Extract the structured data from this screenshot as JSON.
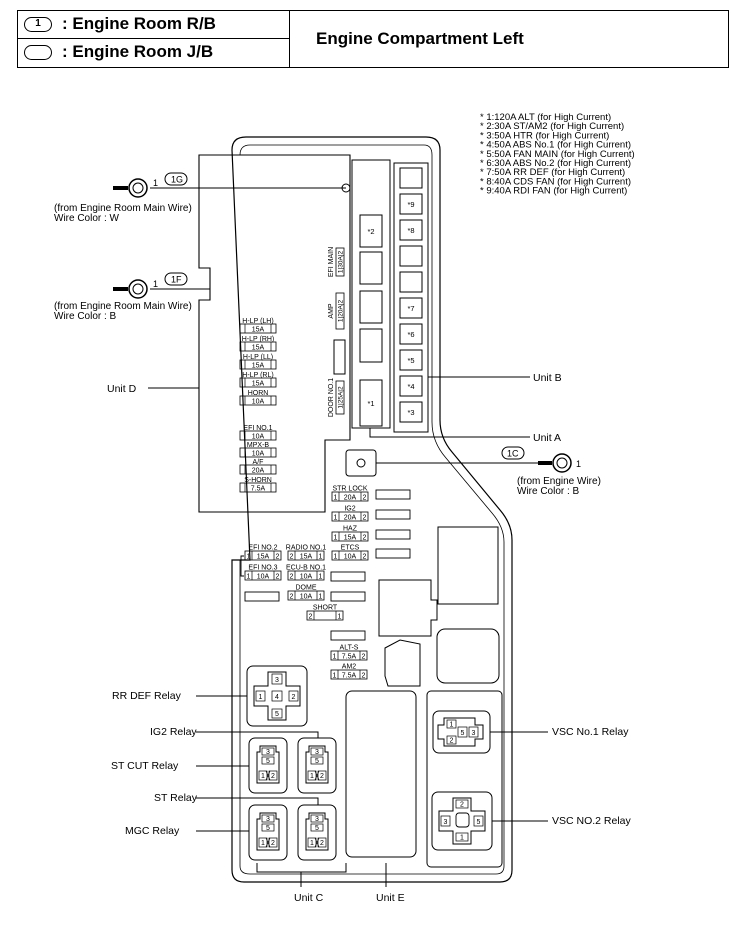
{
  "header": {
    "legend_circle_number": "1",
    "legend_circle_label": ": Engine Room R/B",
    "legend_oval_label": ": Engine Room J/B",
    "title": "Engine Compartment Left"
  },
  "notes": [
    "* 1:120A ALT (for High Current)",
    "* 2:30A ST/AM2 (for High Current)",
    "* 3:50A HTR (for High Current)",
    "* 4:50A ABS No.1 (for High Current)",
    "* 5:50A FAN MAIN (for High Current)",
    "* 6:30A ABS No.2 (for High Current)",
    "* 7:50A RR DEF (for High Current)",
    "* 8:40A CDS FAN (for High Current)",
    "* 9:40A RDI FAN (for High Current)"
  ],
  "connectors": {
    "c1g": {
      "code": "1G",
      "pin": "1",
      "from": "(from Engine Room Main Wire)",
      "wire": "Wire Color : W"
    },
    "c1f": {
      "code": "1F",
      "pin": "1",
      "from": "(from Engine Room Main Wire)",
      "wire": "Wire Color : B"
    },
    "c1c": {
      "code": "1C",
      "pin": "1",
      "from": "(from Engine Wire)",
      "wire": "Wire Color : B"
    }
  },
  "unit_d_fuses": [
    {
      "name": "H-LP (LH)",
      "amp": "15A"
    },
    {
      "name": "H-LP (RH)",
      "amp": "15A"
    },
    {
      "name": "H-LP (LL)",
      "amp": "15A"
    },
    {
      "name": "H-LP (RL)",
      "amp": "15A"
    },
    {
      "name": "HORN",
      "amp": "10A"
    },
    {
      "name": "EFI NO.1",
      "amp": "10A"
    },
    {
      "name": "MPX-B",
      "amp": "10A"
    },
    {
      "name": "A/F",
      "amp": "20A"
    },
    {
      "name": "S-HORN",
      "amp": "7.5A"
    }
  ],
  "vertical_fuses": [
    {
      "name": "EFI MAIN",
      "pin1": "1",
      "amp": "30A",
      "pin2": "2"
    },
    {
      "name": "AMP",
      "pin1": "1",
      "amp": "20A",
      "pin2": "2"
    },
    {
      "name": "DOOR NO.1",
      "pin1": "1",
      "amp": "25A",
      "pin2": "2"
    }
  ],
  "fusible_links_left": [
    "*2",
    "*1"
  ],
  "fusible_links_right": [
    "*9",
    "*8",
    "*7",
    "*6",
    "*5",
    "*4",
    "*3"
  ],
  "mini_fuses": [
    {
      "name": "STR LOCK",
      "pin1": "1",
      "amp": "20A",
      "pin2": "2"
    },
    {
      "name": "IG2",
      "pin1": "1",
      "amp": "20A",
      "pin2": "2"
    },
    {
      "name": "HAZ",
      "pin1": "1",
      "amp": "15A",
      "pin2": "2"
    },
    {
      "name": "ETCS",
      "pin1": "1",
      "amp": "10A",
      "pin2": "2"
    },
    {
      "name": "EFI NO.2",
      "pin1": "1",
      "amp": "15A",
      "pin2": "2"
    },
    {
      "name": "RADIO NO.1",
      "pin1": "2",
      "amp": "15A",
      "pin2": "1"
    },
    {
      "name": "EFI NO.3",
      "pin1": "1",
      "amp": "10A",
      "pin2": "2"
    },
    {
      "name": "ECU-B NO.1",
      "pin1": "2",
      "amp": "10A",
      "pin2": "1"
    },
    {
      "name": "DOME",
      "pin1": "2",
      "amp": "10A",
      "pin2": "1"
    },
    {
      "name": "SHORT",
      "pin1": "2",
      "amp": "",
      "pin2": "1"
    },
    {
      "name": "ALT-S",
      "pin1": "1",
      "amp": "7.5A",
      "pin2": "2"
    },
    {
      "name": "AM2",
      "pin1": "1",
      "amp": "7.5A",
      "pin2": "2"
    }
  ],
  "units": {
    "a": "Unit A",
    "b": "Unit B",
    "c": "Unit C",
    "d": "Unit D",
    "e": "Unit E"
  },
  "relays": {
    "rr_def": "RR DEF Relay",
    "ig2": "IG2 Relay",
    "st_cut": "ST CUT Relay",
    "st": "ST Relay",
    "mgc": "MGC Relay",
    "vsc1": "VSC No.1 Relay",
    "vsc2": "VSC NO.2 Relay"
  },
  "relay_pins": {
    "rr_def": [
      "3",
      "1",
      "4",
      "2",
      "5"
    ],
    "small": [
      "3",
      "5",
      "1",
      "2"
    ],
    "vsc1": [
      "1",
      "2",
      "5",
      "3"
    ],
    "vsc2": [
      "2",
      "3",
      "5",
      "1"
    ]
  }
}
